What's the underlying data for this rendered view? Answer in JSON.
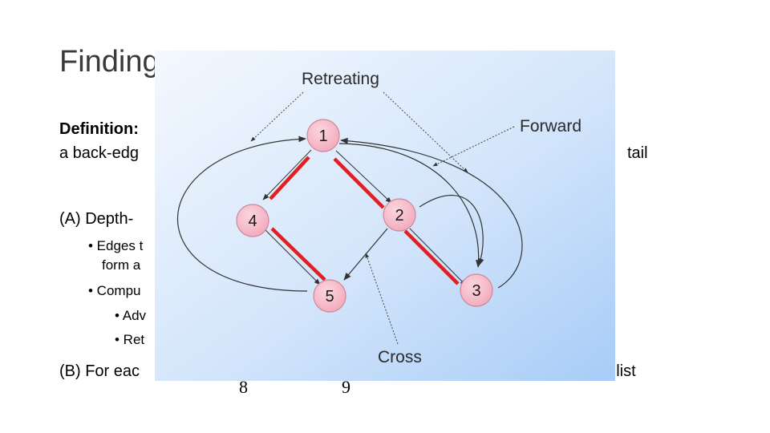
{
  "slide": {
    "title": "Finding",
    "definition_bold": "Definition:",
    "definition_line2": "a back-edg",
    "definition_tail": "tail",
    "step_a": "(A) Depth-",
    "bullet_1": "• Edges t",
    "bullet_1b": "form a",
    "bullet_2": "• Compu",
    "sub_1": "• Adv",
    "sub_2": "• Ret",
    "step_b": "(B) For eac",
    "step_b_tail": "r list",
    "num_8": "8",
    "num_9": "9"
  },
  "diagram": {
    "nodes": [
      {
        "id": "1",
        "label": "1"
      },
      {
        "id": "2",
        "label": "2"
      },
      {
        "id": "3",
        "label": "3"
      },
      {
        "id": "4",
        "label": "4"
      },
      {
        "id": "5",
        "label": "5"
      }
    ],
    "edge_labels": {
      "retreating": "Retreating",
      "forward": "Forward",
      "cross": "Cross"
    },
    "tree_edges": [
      [
        "1",
        "4"
      ],
      [
        "1",
        "2"
      ],
      [
        "4",
        "5"
      ],
      [
        "2",
        "3"
      ]
    ],
    "other_edges": [
      [
        "4",
        "5"
      ],
      [
        "2",
        "3"
      ],
      [
        "2",
        "5"
      ]
    ],
    "colors": {
      "node_fill": "#f7bfcd",
      "tree_edge": "#e02020",
      "background_top": "#f2f7fe",
      "background_bottom": "#a9cdf7"
    }
  }
}
